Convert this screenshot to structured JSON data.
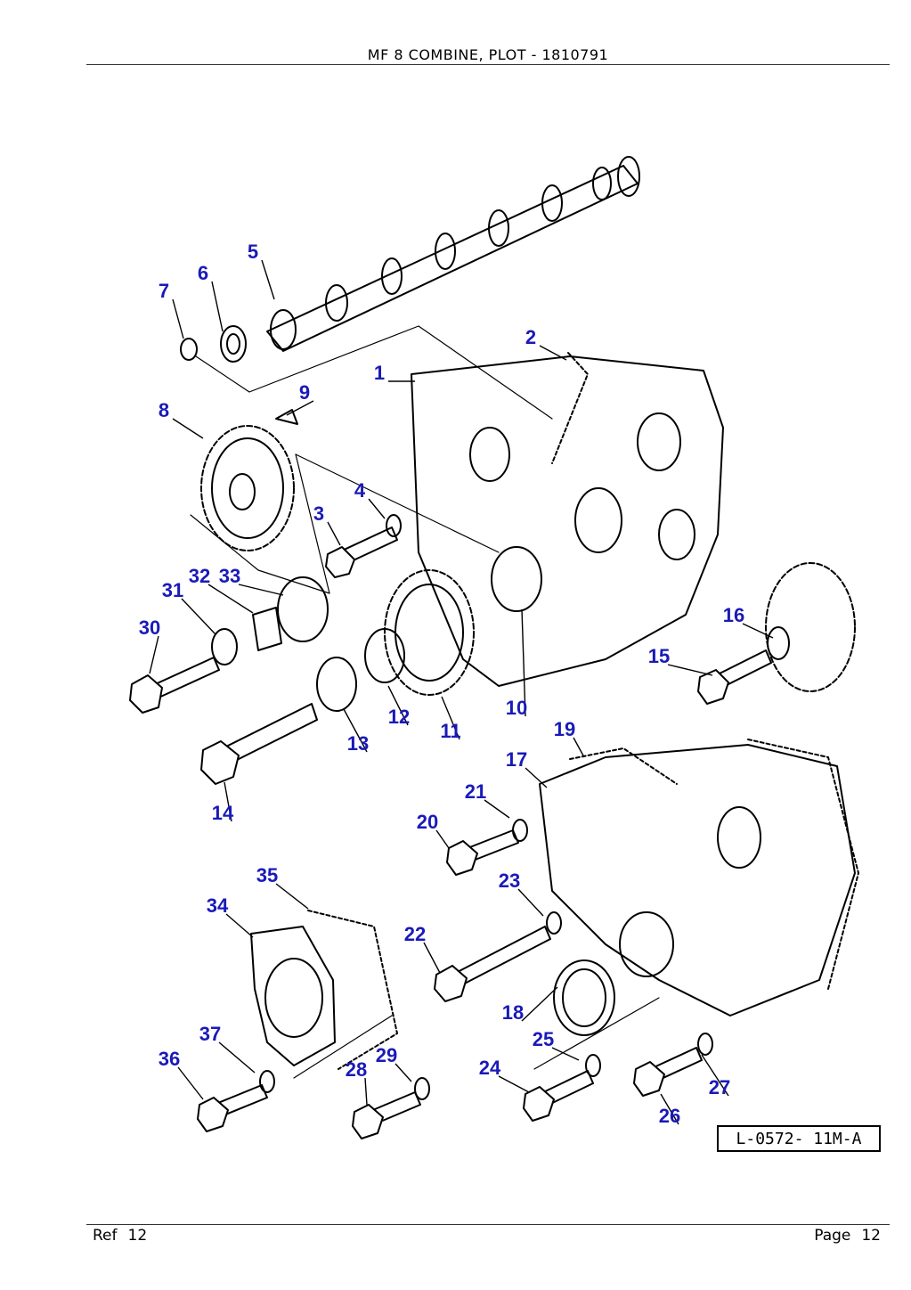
{
  "header": {
    "title": "MF 8 COMBINE, PLOT - 1810791"
  },
  "footer": {
    "ref_label": "Ref",
    "ref_value": "12",
    "page_label": "Page",
    "page_value": "12"
  },
  "diagram": {
    "drawing_code": "L-0572- 11M-A",
    "callout_color": "#1a1ab8",
    "line_color": "#000000",
    "callouts": [
      "1",
      "2",
      "3",
      "4",
      "5",
      "6",
      "7",
      "8",
      "9",
      "10",
      "11",
      "12",
      "13",
      "14",
      "15",
      "16",
      "17",
      "18",
      "19",
      "20",
      "21",
      "22",
      "23",
      "24",
      "25",
      "26",
      "27",
      "28",
      "29",
      "30",
      "31",
      "32",
      "33",
      "34",
      "35",
      "36",
      "37"
    ]
  }
}
